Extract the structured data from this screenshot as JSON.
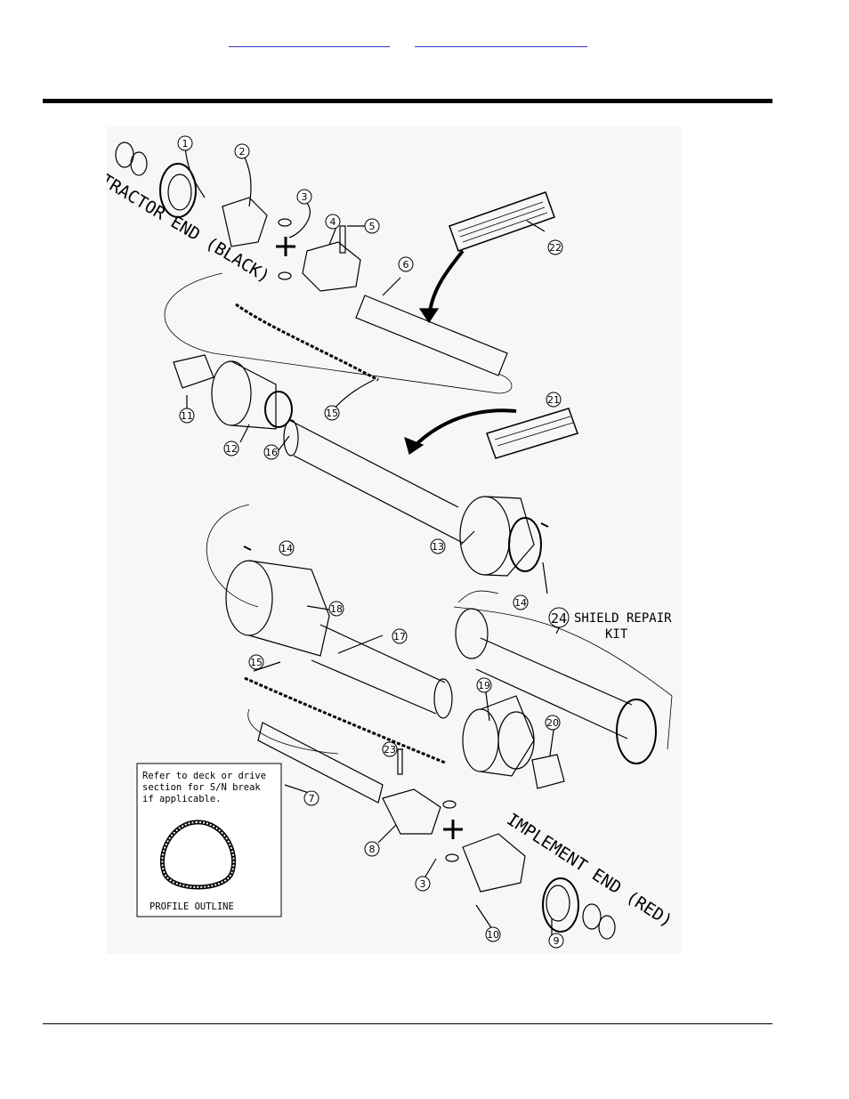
{
  "header": {
    "links": [
      "",
      ""
    ]
  },
  "diagram": {
    "labels": {
      "tractor_end": "TRACTOR END (BLACK)",
      "implement_end": "IMPLEMENT END (RED)",
      "shield_repair_kit_number": "24",
      "shield_repair_kit_line1": "SHIELD REPAIR",
      "shield_repair_kit_line2": "KIT"
    },
    "callouts": [
      "1",
      "2",
      "3",
      "4",
      "5",
      "6",
      "7",
      "8",
      "9",
      "10",
      "11",
      "12",
      "13",
      "14",
      "14",
      "15",
      "15",
      "16",
      "17",
      "18",
      "19",
      "20",
      "21",
      "22",
      "23",
      "3"
    ],
    "note": {
      "line1": "Refer to deck or drive",
      "line2": "section for S/N break",
      "line3": "if applicable.",
      "caption": "PROFILE OUTLINE"
    }
  }
}
